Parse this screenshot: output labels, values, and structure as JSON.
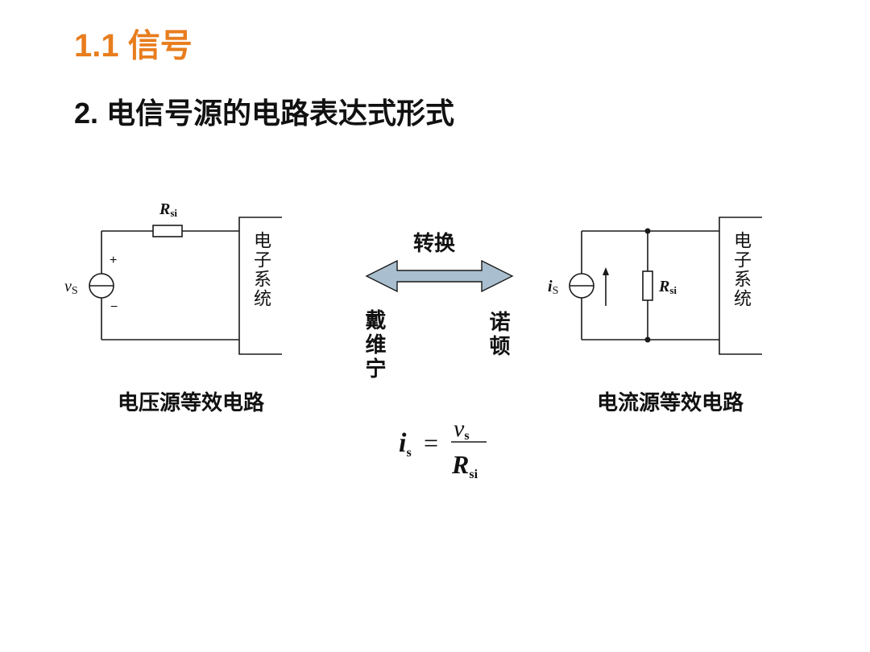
{
  "header": {
    "section_title": "1.1 信号",
    "subtitle": "2. 电信号源的电路表达式形式"
  },
  "left_circuit": {
    "source_label_main": "v",
    "source_label_sub": "S",
    "resistor_main": "R",
    "resistor_sub": "si",
    "plus": "+",
    "minus": "−",
    "system_box": "电子系统",
    "caption": "电压源等效电路"
  },
  "right_circuit": {
    "source_label_main": "i",
    "source_label_sub": "S",
    "resistor_main": "R",
    "resistor_sub": "si",
    "system_box": "电子系统",
    "caption": "电流源等效电路"
  },
  "conversion": {
    "label": "转换",
    "left_name": "戴维宁",
    "right_name": "诺顿"
  },
  "formula": {
    "lhs_main": "i",
    "lhs_sub": "s",
    "equals": "=",
    "num_main": "v",
    "num_sub": "s",
    "den_main": "R",
    "den_sub": "si"
  },
  "colors": {
    "title": "#e87d1e",
    "arrow_fill": "#a9bfcf",
    "line": "#1a1a1a"
  }
}
